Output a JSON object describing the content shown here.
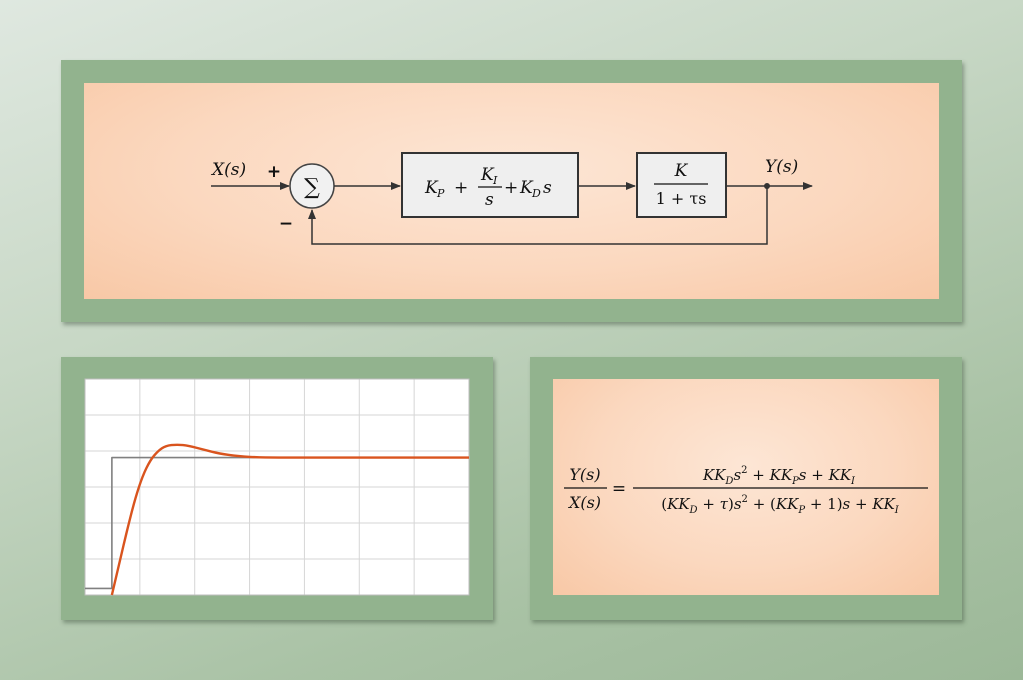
{
  "block_diagram": {
    "input_label": "X(s)",
    "output_label": "Y(s)",
    "plus_sign": "+",
    "minus_sign": "−",
    "summing_symbol": "∑",
    "pid_block": {
      "kp": "K",
      "kp_sub": "P",
      "plus1": "+",
      "ki_num": "K",
      "ki_sub": "I",
      "ki_den": "s",
      "plus2": "+",
      "kd": "K",
      "kd_sub": "D",
      "kd_s": "s"
    },
    "plant_block": {
      "numerator": "K",
      "denominator": "1 + τs"
    }
  },
  "equation": {
    "lhs_num": "Y(s)",
    "lhs_den": "X(s)",
    "equals": "=",
    "rhs_num": "KK_D s^2 + KK_P s + KK_I",
    "rhs_den": "(KK_D + τ)s^2 + (KK_P + 1)s + KK_I"
  },
  "chart_data": {
    "type": "line",
    "grid": true,
    "x_gridlines": 7,
    "y_gridlines": 6,
    "series": [
      {
        "role": "step-input",
        "color": "#808080",
        "points": [
          [
            0,
            0
          ],
          [
            0.07,
            0
          ],
          [
            0.07,
            1
          ],
          [
            1,
            1
          ]
        ]
      },
      {
        "role": "step-response",
        "color": "#d9541e",
        "points": [
          [
            0.07,
            -0.05
          ],
          [
            0.09,
            0.2
          ],
          [
            0.11,
            0.45
          ],
          [
            0.13,
            0.68
          ],
          [
            0.15,
            0.86
          ],
          [
            0.17,
            0.98
          ],
          [
            0.19,
            1.05
          ],
          [
            0.21,
            1.09
          ],
          [
            0.24,
            1.1
          ],
          [
            0.27,
            1.09
          ],
          [
            0.31,
            1.06
          ],
          [
            0.35,
            1.03
          ],
          [
            0.4,
            1.01
          ],
          [
            0.46,
            1.0
          ],
          [
            0.55,
            1.0
          ],
          [
            1,
            1.0
          ]
        ]
      }
    ],
    "xlim": [
      0,
      1
    ],
    "ylim": [
      -0.05,
      1.6
    ]
  }
}
